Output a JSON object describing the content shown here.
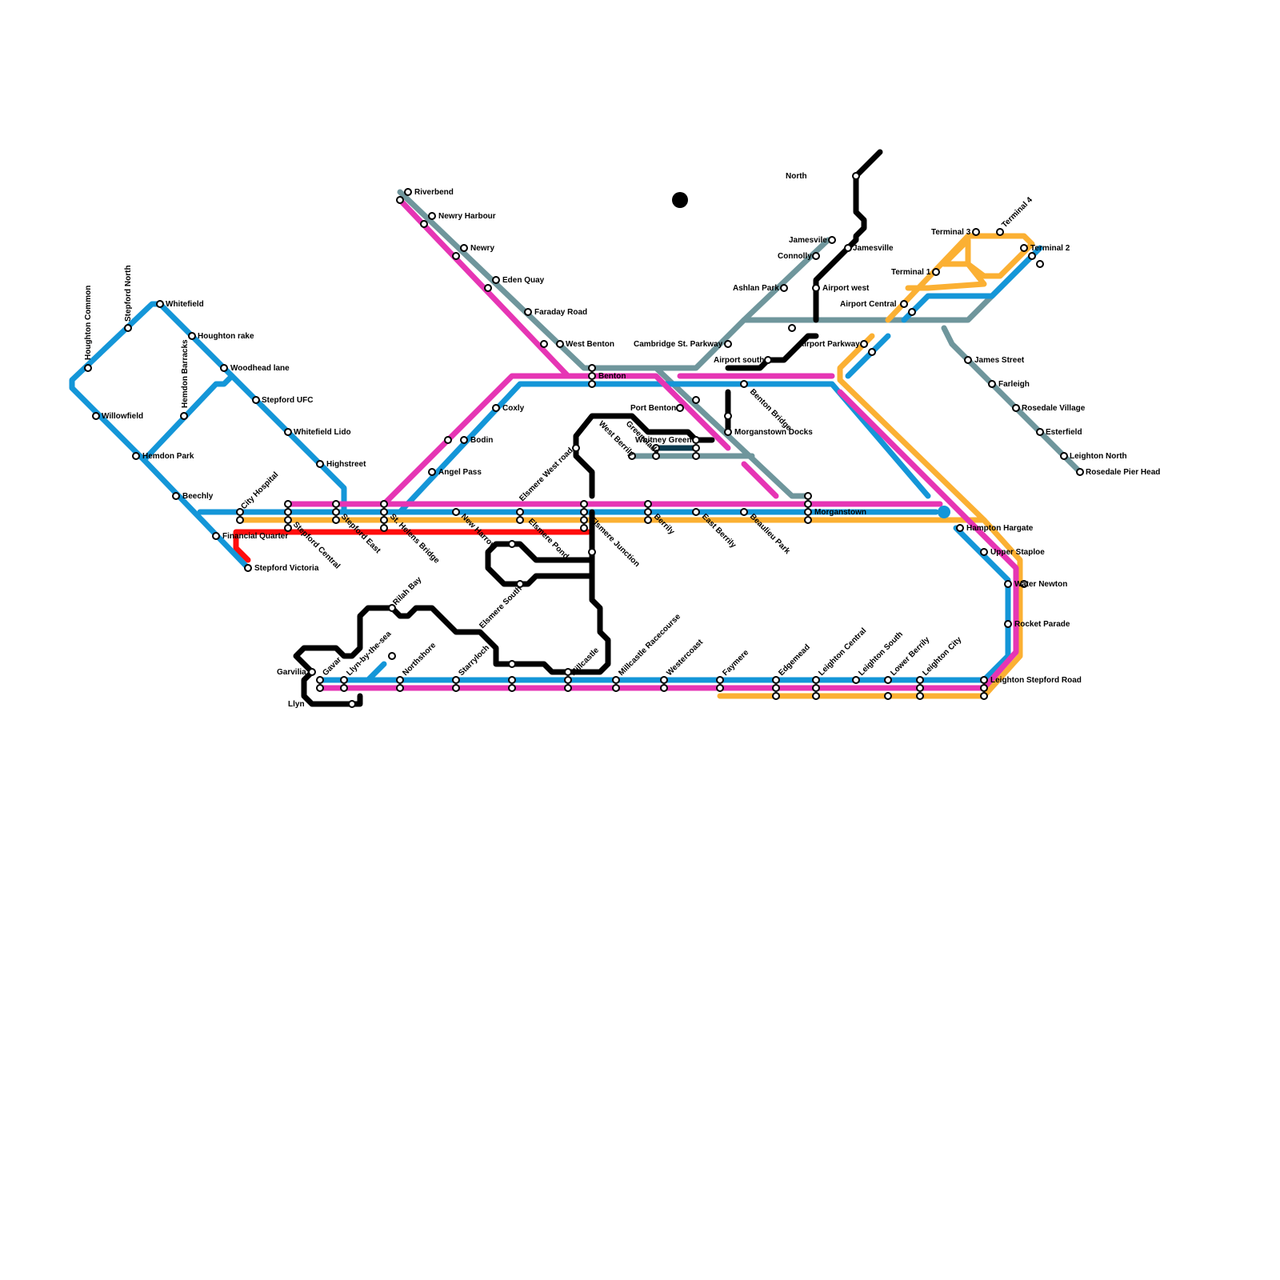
{
  "line_colors": {
    "blue": "#1496d8",
    "pink": "#e635b4",
    "orange": "#fbb033",
    "grey": "#6f969c",
    "red": "#ff0d0d",
    "black": "#000000",
    "dark": "#0b3a4e"
  },
  "stations": [
    "Houghton Common",
    "Stepford North",
    "Whitefield",
    "Houghton rake",
    "Hemdon Barracks",
    "Woodhead lane",
    "Willowfield",
    "Stepford UFC",
    "Whitefield Lido",
    "Hemdon Park",
    "Highstreet",
    "Beechly",
    "City Hospital",
    "Financial Quarter",
    "Stepford Victoria",
    "Stepford Central",
    "Stepford East",
    "St. Helens Bridge",
    "Riverbend",
    "Newry Harbour",
    "Newry",
    "Eden Quay",
    "Faraday Road",
    "West Benton",
    "Benton",
    "Coxly",
    "Bodin",
    "Angel Pass",
    "New Harrow",
    "Elsmere West road",
    "Elsmere Pond",
    "Elsmere Junction",
    "Elsmere South",
    "West Berrily",
    "Greenslade",
    "Port Benton",
    "Morganstown Docks",
    "Whitney Green",
    "Berrily",
    "East Berrily",
    "Beaulieu Park",
    "Benton Bridge",
    "Morganstown",
    "Cambridge St. Parkway",
    "Airport south",
    "Ashlan Park",
    "Connolly",
    "Jamesvile",
    "North",
    "Jamesville",
    "Airport west",
    "Airport Parkway",
    "Airport Central",
    "Terminal 1",
    "Terminal 3",
    "Terminal 4",
    "Terminal 2",
    "James Street",
    "Farleigh",
    "Rosedale Village",
    "Esterfield",
    "Leighton North",
    "Rosedale Pier Head",
    "Hampton Hargate",
    "Upper Staploe",
    "Water Newton",
    "Rocket Parade",
    "Leighton Stepford Road",
    "Leighton City",
    "Lower Berrily",
    "Leighton South",
    "Leighton Central",
    "Edgemead",
    "Faymere",
    "Westercoast",
    "Millcastle Racecourse",
    "Millcastle",
    "Starryloch",
    "Northshore",
    "Rilah Bay",
    "Llyn-by-the-sea",
    "Gavar",
    "Garvilia",
    "Llyn"
  ]
}
